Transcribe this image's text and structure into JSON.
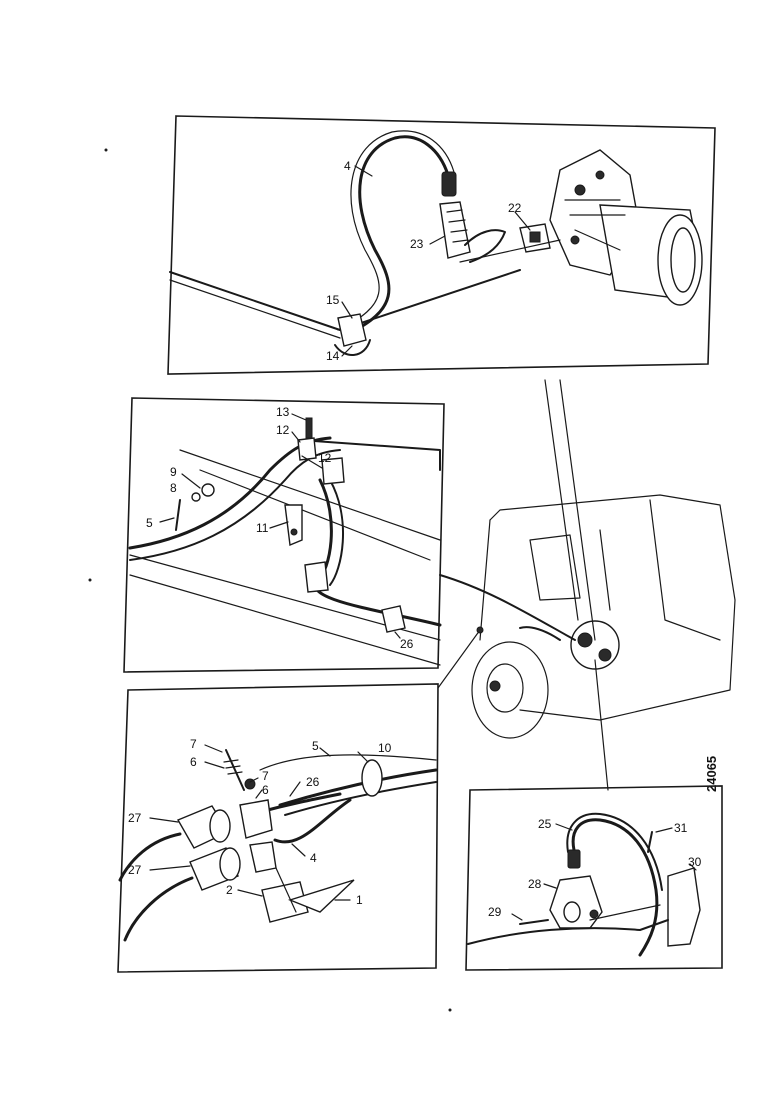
{
  "reference_number": "24065",
  "panels": {
    "top": {
      "callouts": [
        {
          "id": "c4",
          "text": "4"
        },
        {
          "id": "c22",
          "text": "22"
        },
        {
          "id": "c23",
          "text": "23"
        },
        {
          "id": "c15",
          "text": "15"
        },
        {
          "id": "c14",
          "text": "14"
        }
      ]
    },
    "middle": {
      "callouts": [
        {
          "id": "c13",
          "text": "13"
        },
        {
          "id": "c12a",
          "text": "12"
        },
        {
          "id": "c12b",
          "text": "12"
        },
        {
          "id": "c9",
          "text": "9"
        },
        {
          "id": "c8",
          "text": "8"
        },
        {
          "id": "c5",
          "text": "5"
        },
        {
          "id": "c11",
          "text": "11"
        },
        {
          "id": "c26",
          "text": "26"
        }
      ]
    },
    "bottom_left": {
      "callouts": [
        {
          "id": "c7a",
          "text": "7"
        },
        {
          "id": "c6a",
          "text": "6"
        },
        {
          "id": "c5b",
          "text": "5"
        },
        {
          "id": "c10",
          "text": "10"
        },
        {
          "id": "c7b",
          "text": "7"
        },
        {
          "id": "c6b",
          "text": "6"
        },
        {
          "id": "c26b",
          "text": "26"
        },
        {
          "id": "c27a",
          "text": "27"
        },
        {
          "id": "c27b",
          "text": "27"
        },
        {
          "id": "c4b",
          "text": "4"
        },
        {
          "id": "c2",
          "text": "2"
        },
        {
          "id": "c1",
          "text": "1"
        }
      ]
    },
    "bottom_right": {
      "callouts": [
        {
          "id": "c25",
          "text": "25"
        },
        {
          "id": "c31",
          "text": "31"
        },
        {
          "id": "c28",
          "text": "28"
        },
        {
          "id": "c30",
          "text": "30"
        },
        {
          "id": "c29",
          "text": "29"
        }
      ]
    }
  }
}
